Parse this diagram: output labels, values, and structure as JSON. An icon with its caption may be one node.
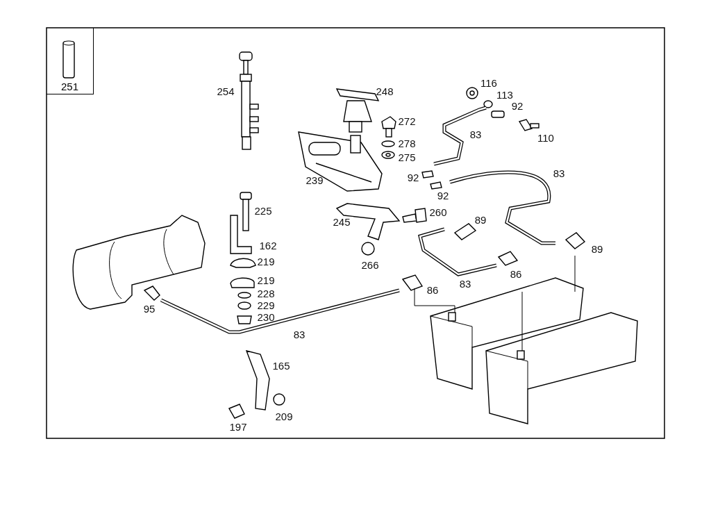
{
  "diagram": {
    "nodes": [
      {
        "text": [
          "251"
        ]
      }
    ],
    "labels": [
      "254",
      "248",
      "116",
      "113",
      "92",
      "272",
      "83",
      "110",
      "278",
      "275",
      "239",
      "92",
      "83",
      "92",
      "225",
      "245",
      "260",
      "89",
      "162",
      "266",
      "89",
      "219",
      "83",
      "86",
      "219",
      "95",
      "86",
      "228",
      "229",
      "230",
      "83",
      "165",
      "209",
      "197"
    ]
  }
}
